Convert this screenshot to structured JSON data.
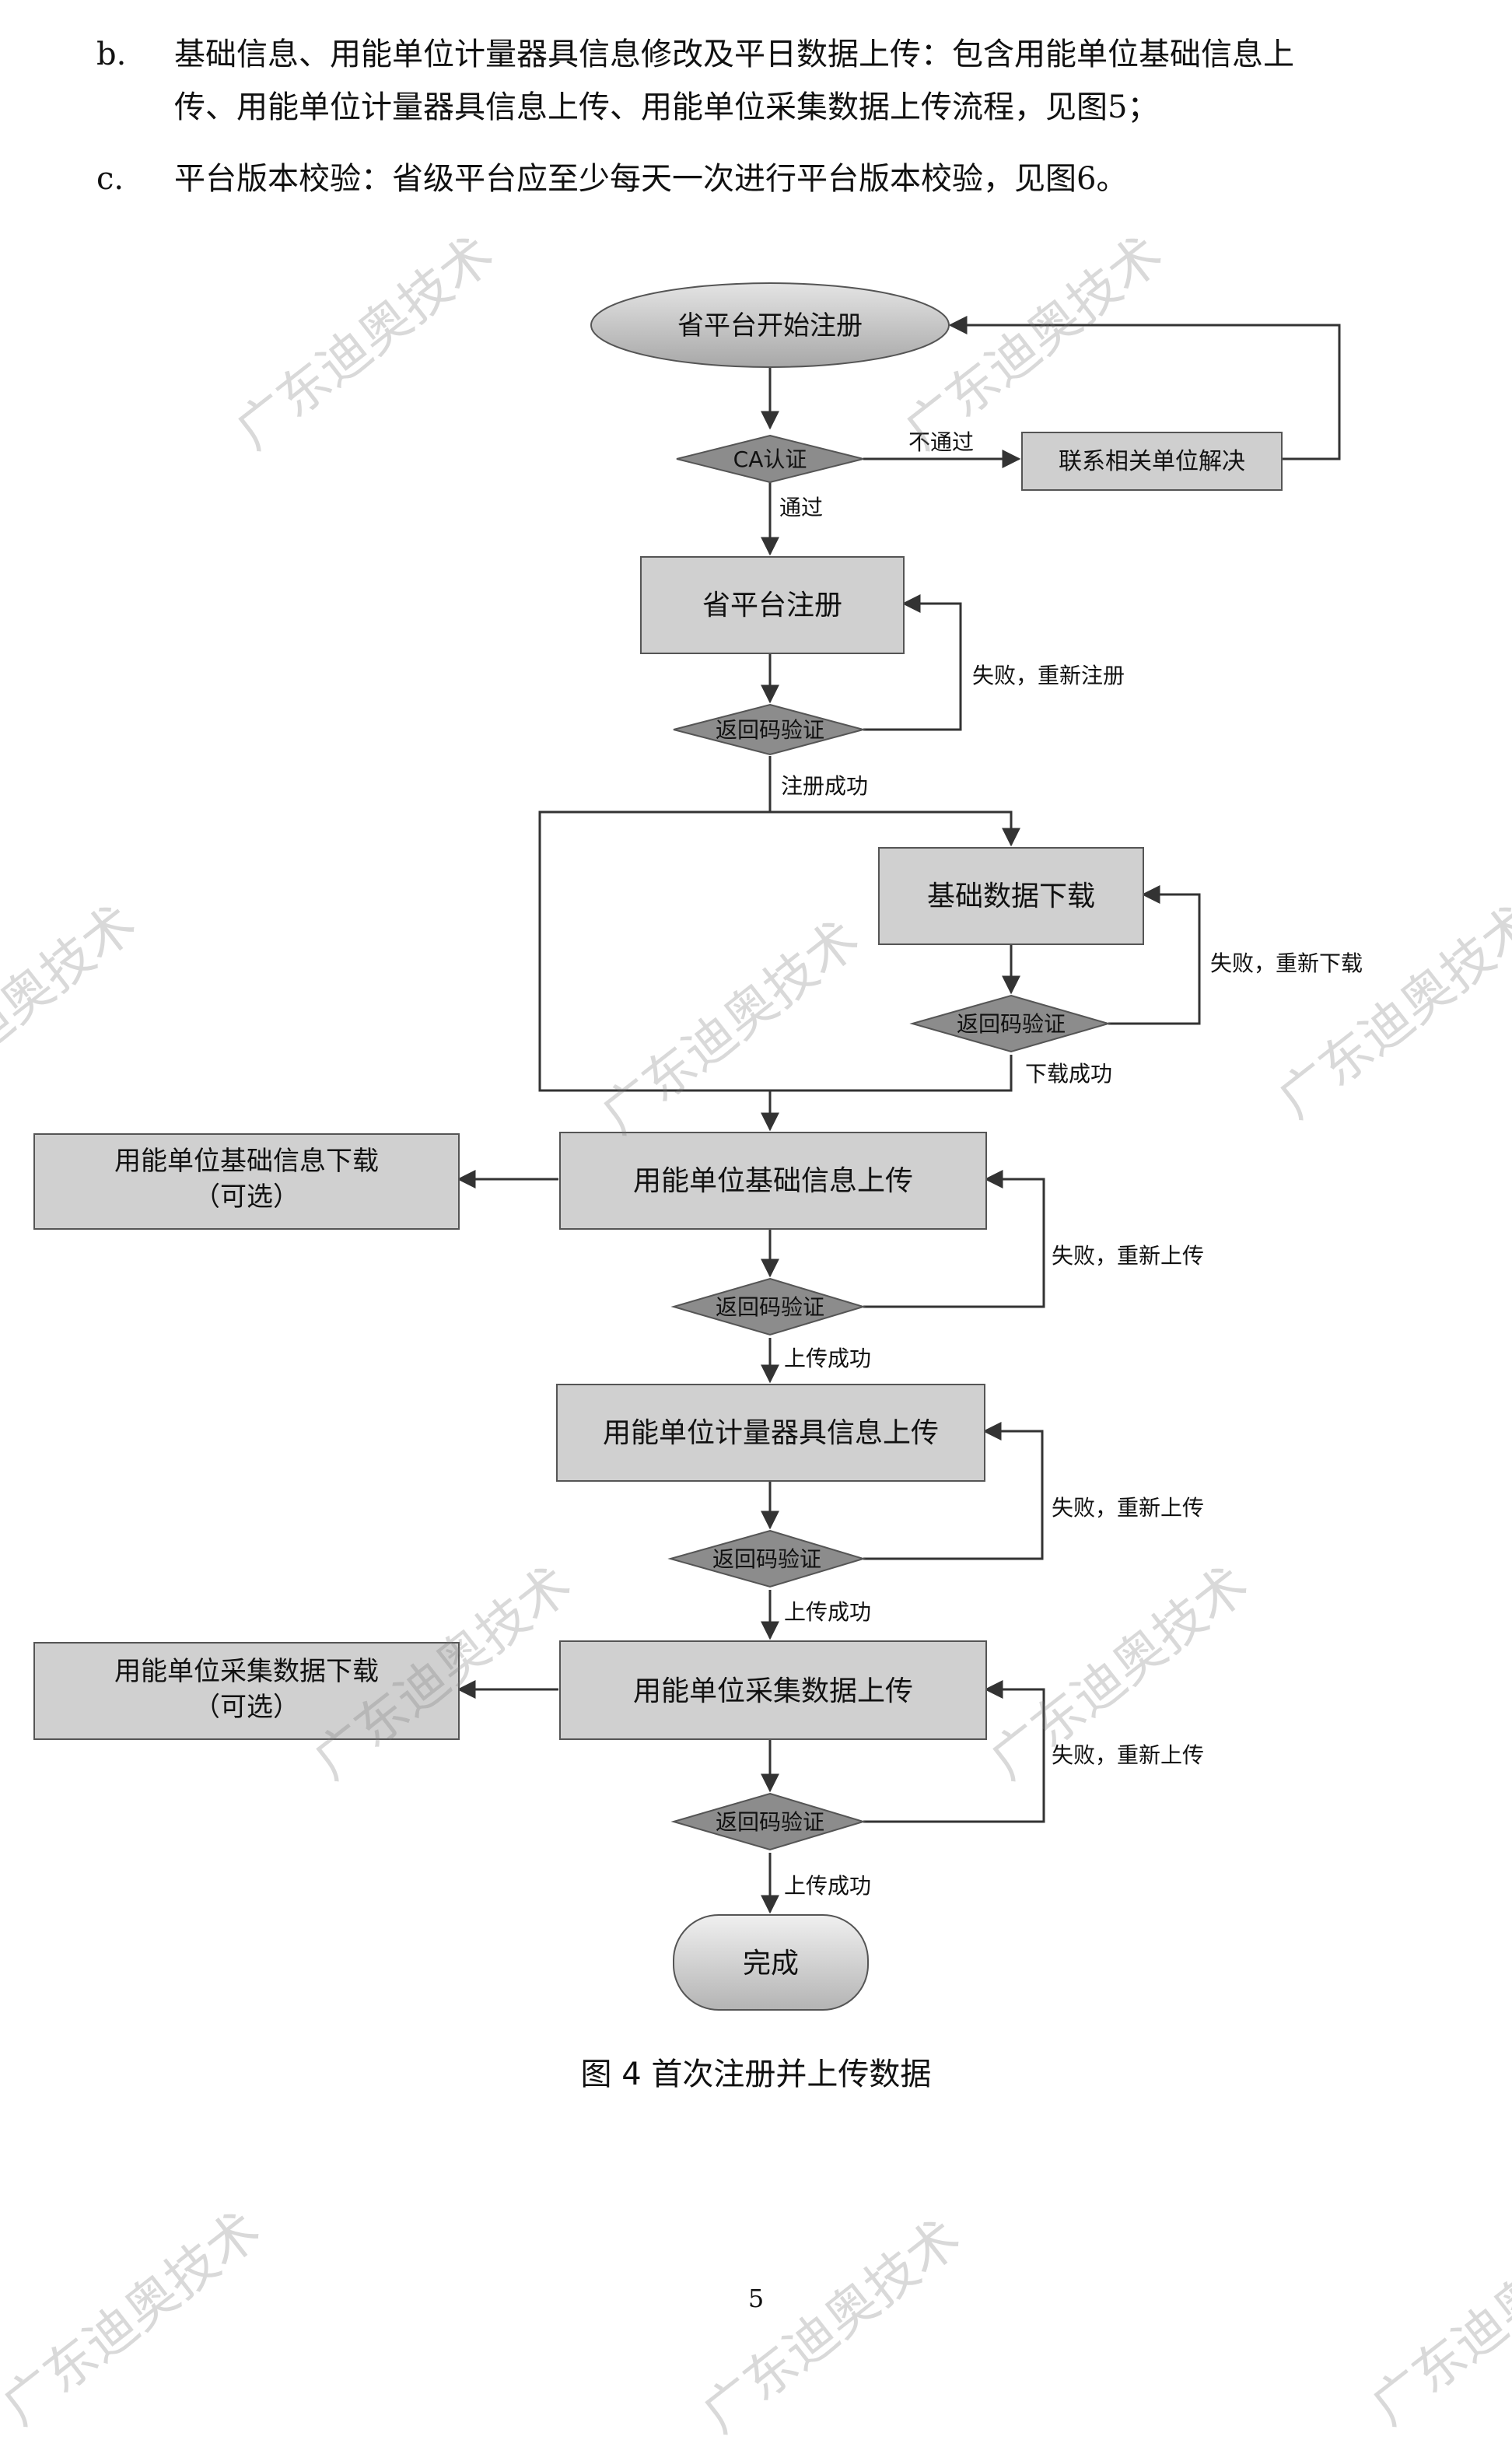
{
  "list": [
    {
      "marker": "b.",
      "lines": [
        "基础信息、用能单位计量器具信息修改及平日数据上传：包含用能单位基础信息上",
        "传、用能单位计量器具信息上传、用能单位采集数据上传流程，见图5；"
      ]
    },
    {
      "marker": "c.",
      "lines": [
        "平台版本校验：省级平台应至少每天一次进行平台版本校验，见图6。"
      ]
    }
  ],
  "flow": {
    "start": "省平台开始注册",
    "ca_check": "CA认证",
    "fail_ca": "不通过",
    "contact": "联系相关单位解决",
    "pass": "通过",
    "register": "省平台注册",
    "fail_register": "失败，重新注册",
    "verify": "返回码验证",
    "register_ok": "注册成功",
    "download_base": "基础数据下载",
    "fail_download": "失败，重新下载",
    "download_ok": "下载成功",
    "upload_unit": "用能单位基础信息上传",
    "download_unit_line1": "用能单位基础信息下载",
    "optional": "（可选）",
    "fail_upload": "失败，重新上传",
    "upload_ok": "上传成功",
    "upload_meter": "用能单位计量器具信息上传",
    "upload_collect": "用能单位采集数据上传",
    "download_collect_line1": "用能单位采集数据下载",
    "done": "完成"
  },
  "caption": "图 4  首次注册并上传数据",
  "page_number": "5",
  "watermark": "广东迪奥技术"
}
